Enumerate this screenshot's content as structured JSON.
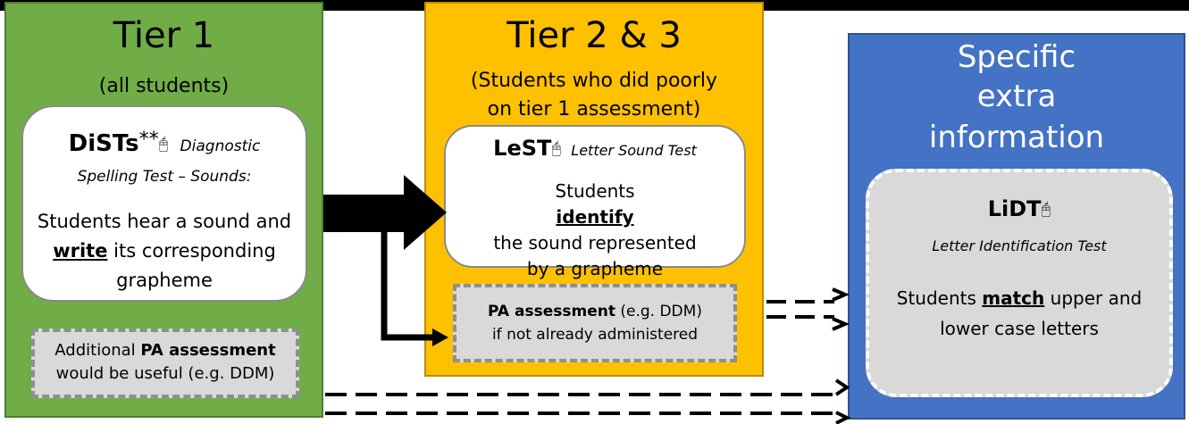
{
  "tier1": {
    "title": "Tier 1",
    "subtitle": "(all students)",
    "card": {
      "name": "DiSTs",
      "mark": "**",
      "mouse_icon": "🖰",
      "desc_a": "Diagnostic",
      "desc_b": "Spelling Test – Sounds:",
      "body_1": "Students hear a sound and",
      "body_verb": "write",
      "body_2": " its corresponding",
      "body_3": "grapheme"
    },
    "note": {
      "pre": "Additional ",
      "bold": "PA assessment",
      "line2": "would be useful (e.g. DDM)"
    }
  },
  "tier23": {
    "title": "Tier 2 & 3",
    "subtitle_1": "(Students who did poorly",
    "subtitle_2": "on tier 1 assessment)",
    "card": {
      "name": "LeST",
      "mouse_icon": "🖰",
      "desc": "Letter Sound Test",
      "body_1": "Students ",
      "body_verb": "identify",
      "body_2": "the sound represented",
      "body_3": "by a grapheme"
    },
    "note": {
      "bold": "PA assessment",
      "post": " (e.g. DDM)",
      "line2": "if not already administered"
    }
  },
  "extra": {
    "title_1": "Specific",
    "title_2": "extra",
    "title_3": "information",
    "card": {
      "name": "LiDT",
      "mouse_icon": "🖰",
      "desc": "Letter Identification Test",
      "body_1": "Students ",
      "body_verb": "match",
      "body_2": " upper and",
      "body_3": "lower case letters"
    }
  },
  "colors": {
    "tier1": "#70ad47",
    "tier23": "#ffc000",
    "extra": "#4472c4",
    "card": "#ffffff",
    "note": "#d9d9d9"
  }
}
